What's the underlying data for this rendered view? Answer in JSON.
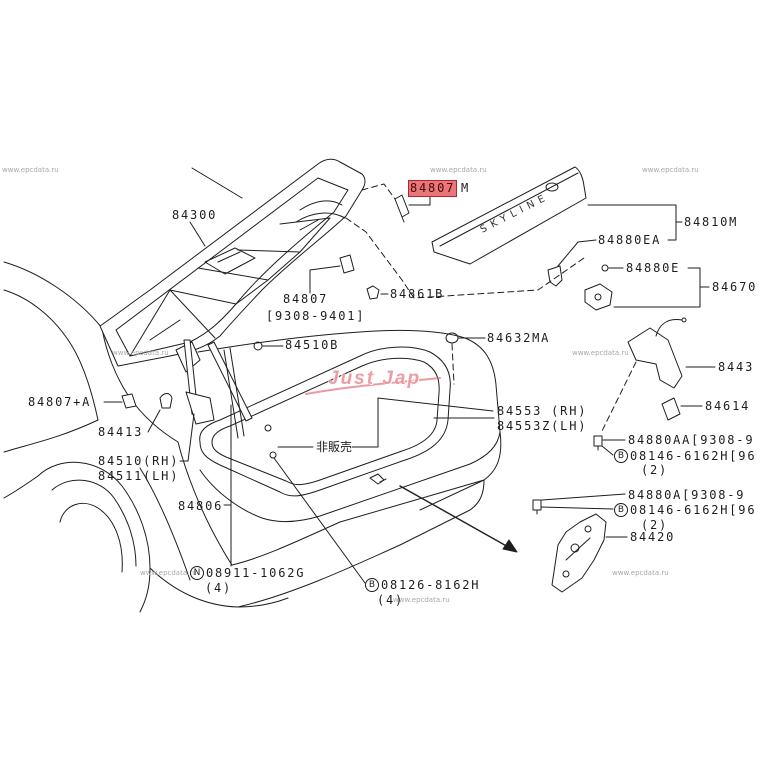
{
  "watermark": "www.epcdata.ru",
  "logo": {
    "text": "Just Jap"
  },
  "finisher_lettering": "SKYLINE",
  "highlighted_callout": {
    "number": "84807",
    "suffix": "M"
  },
  "callouts": [
    {
      "text": "84300"
    },
    {
      "text": "84810M"
    },
    {
      "text": "84880EA"
    },
    {
      "text": "84880E"
    },
    {
      "text": "84670"
    },
    {
      "text": "84807"
    },
    {
      "text": "[9308-9401]"
    },
    {
      "text": "84861B"
    },
    {
      "text": "84510B"
    },
    {
      "text": "84632MA"
    },
    {
      "text": "8443"
    },
    {
      "text": "84807+A"
    },
    {
      "text": "84614"
    },
    {
      "text": "84413"
    },
    {
      "text": "84553 (RH)"
    },
    {
      "text": "84553Z(LH)"
    },
    {
      "text": "非販売"
    },
    {
      "text": "84880AA[9308-9"
    },
    {
      "text": "84510(RH)"
    },
    {
      "text": "84511(LH)"
    },
    {
      "text": "84806"
    },
    {
      "text": "84880A[9308-9"
    },
    {
      "text": "84420"
    }
  ],
  "fasteners": [
    {
      "prefix": "B",
      "number": "08146-6162H[96",
      "qty": "(2)"
    },
    {
      "prefix": "B",
      "number": "08146-6162H[96",
      "qty": "(2)"
    },
    {
      "prefix": "N",
      "number": "08911-1062G",
      "qty": "(4)"
    },
    {
      "prefix": "B",
      "number": "08126-8162H",
      "qty": "(4)"
    }
  ],
  "colors": {
    "line": "#1e1e1e",
    "highlight_fill": "#e8767a",
    "highlight_border": "#b0262a",
    "watermark": "#a8a8a8",
    "logo": "#e9959c"
  }
}
